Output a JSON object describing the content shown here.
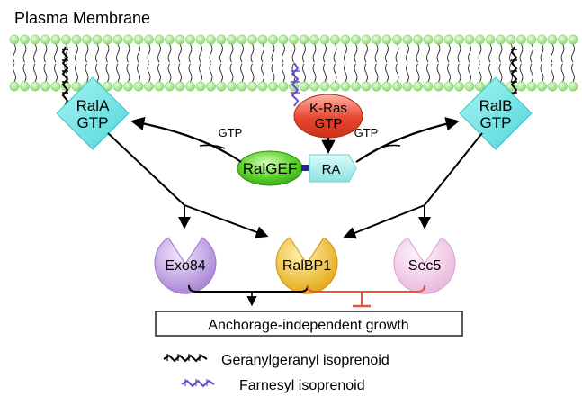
{
  "membrane_label": "Plasma Membrane",
  "proteins": {
    "ral_a": {
      "line1": "RalA",
      "line2": "GTP"
    },
    "ral_b": {
      "line1": "RalB",
      "line2": "GTP"
    },
    "k_ras": {
      "line1": "K-Ras",
      "line2": "GTP"
    },
    "ral_gef": "RalGEF",
    "ra_domain": "RA",
    "gtp_left": "GTP",
    "gtp_right": "GTP"
  },
  "effectors": {
    "exo84": "Exo84",
    "ralbp1": "RalBP1",
    "sec5": "Sec5"
  },
  "outcome": "Anchorage-independent growth",
  "legend": {
    "geranylgeranyl": "Geranylgeranyl isoprenoid",
    "farnesyl": "Farnesyl isoprenoid"
  },
  "colors": {
    "membrane_head": "#a8e88e",
    "ral_diamond": "#6fe3e3",
    "k_ras": "#e8452c",
    "ral_gef": "#5ad12b",
    "ra_box": "#a8ecec",
    "ra_link": "#1f2a9c",
    "exo84": "#c9a2e6",
    "ralbp1": "#f2c31e",
    "sec5": "#f3cdea",
    "inhibit": "#e8553a",
    "farnesyl": "#6a4bc7"
  }
}
